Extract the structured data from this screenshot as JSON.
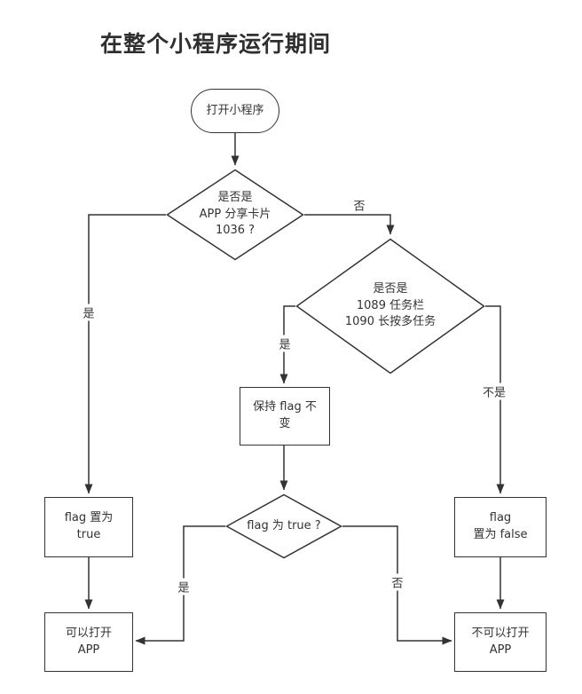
{
  "title": "在整个小程序运行期间",
  "nodes": {
    "start": {
      "lines": [
        "打开小程序"
      ]
    },
    "d1": {
      "lines": [
        "是否是",
        "APP 分享卡片",
        "1036 ?"
      ]
    },
    "d2": {
      "lines": [
        "是否是",
        "1089 任务栏",
        "1090 长按多任务"
      ]
    },
    "keep": {
      "lines": [
        "保持 flag 不",
        "变"
      ]
    },
    "d3": {
      "lines": [
        "flag 为 true ?"
      ]
    },
    "set_true": {
      "lines": [
        "flag 置为",
        "true"
      ]
    },
    "set_false": {
      "lines": [
        "flag",
        "置为 false"
      ]
    },
    "can_open": {
      "lines": [
        "可以打开",
        "APP"
      ]
    },
    "cannot_open": {
      "lines": [
        "不可以打开",
        "APP"
      ]
    }
  },
  "edge_labels": {
    "d1_yes": "是",
    "d1_no": "否",
    "d2_yes": "是",
    "d2_no": "不是",
    "d3_yes": "是",
    "d3_no": "否"
  },
  "colors": {
    "line": "#333333",
    "text": "#333333",
    "background": "#ffffff"
  }
}
